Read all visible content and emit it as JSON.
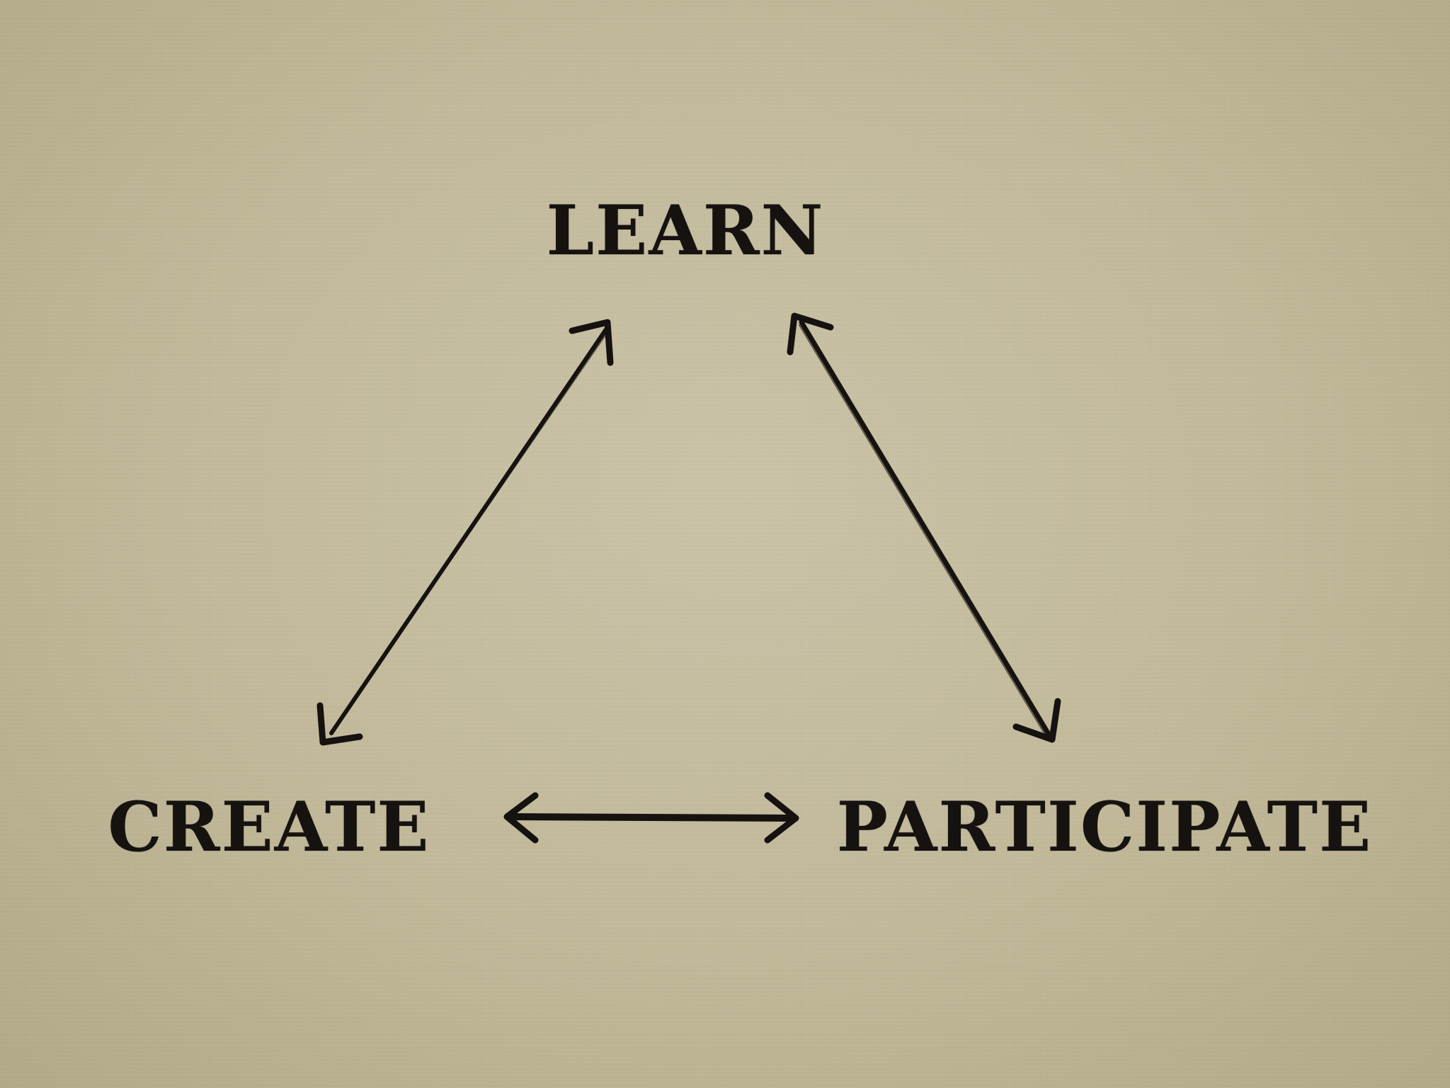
{
  "diagram": {
    "nodes": {
      "learn": "LEARN",
      "create": "CREATE",
      "participate": "PARTICIPATE"
    },
    "edges": [
      {
        "from": "create",
        "to": "learn",
        "bidirectional": true
      },
      {
        "from": "learn",
        "to": "participate",
        "bidirectional": true
      },
      {
        "from": "create",
        "to": "participate",
        "bidirectional": true
      }
    ],
    "colors": {
      "ink": "#151210",
      "paper": "#c2b999"
    }
  }
}
